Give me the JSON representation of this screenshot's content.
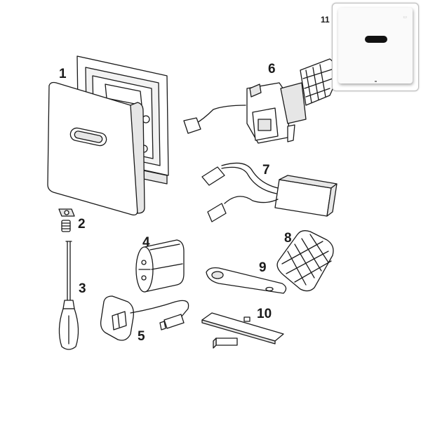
{
  "labels": {
    "p1": "1",
    "p2": "2",
    "p3": "3",
    "p4": "4",
    "p5": "5",
    "p6": "6",
    "p7": "7",
    "p8": "8",
    "p9": "9",
    "p10": "10",
    "p11": "11"
  },
  "colors": {
    "stroke": "#1a1a1a",
    "fill": "#ffffff",
    "shade": "#e6e6e6",
    "sensor": "#111111"
  }
}
